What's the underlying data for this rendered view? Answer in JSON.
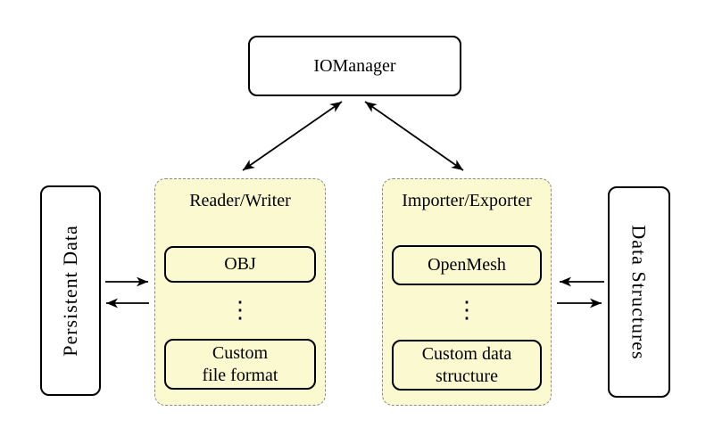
{
  "io_manager": {
    "label": "IOManager"
  },
  "groups": [
    {
      "title": "Reader/Writer",
      "items": [
        "OBJ",
        "Custom\nfile format"
      ],
      "ellipsis": "⋮"
    },
    {
      "title": "Importer/Exporter",
      "items": [
        "OpenMesh",
        "Custom data\nstructure"
      ],
      "ellipsis": "⋮"
    }
  ],
  "side_nodes": [
    {
      "label": "Persistent Data"
    },
    {
      "label": "Data Structures"
    }
  ],
  "colors": {
    "background": "#FFFFFF",
    "group_fill": "#FAF9D0",
    "group_border": "#8A8A8A",
    "node_fill": "#FFFFFF",
    "node_border": "#000000",
    "text": "#000000",
    "arrow": "#000000"
  }
}
